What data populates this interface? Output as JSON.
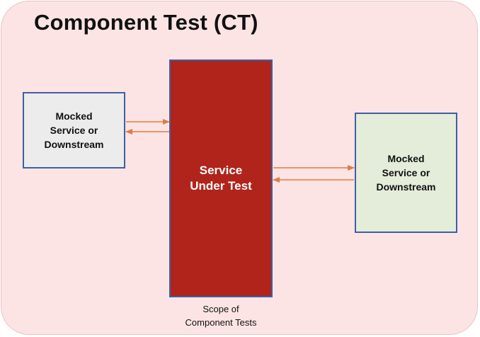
{
  "title": "Component Test (CT)",
  "left_box": {
    "label": "Mocked\nService or\nDownstream"
  },
  "center_box": {
    "label": "Service\nUnder Test"
  },
  "right_box": {
    "label": "Mocked\nService or\nDownstream"
  },
  "caption": "Scope of\nComponent Tests",
  "colors": {
    "background": "#fce4e4",
    "service_under_test": "#b0241c",
    "box_border": "#3f5fa3",
    "left_box_fill": "#ececec",
    "right_box_fill": "#e3edda",
    "arrow": "#e07b45"
  }
}
